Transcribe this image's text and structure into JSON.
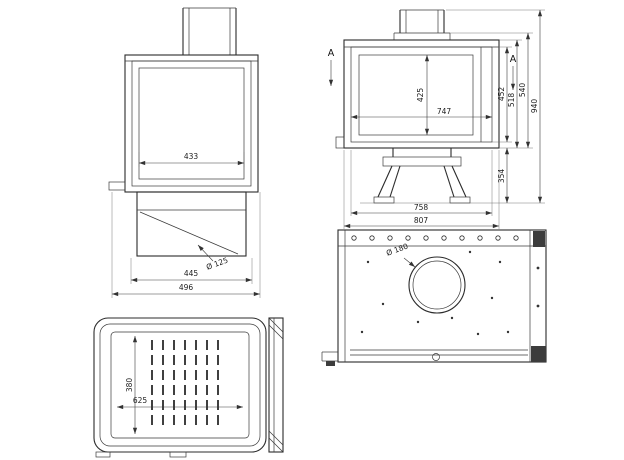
{
  "drawing": {
    "background": "#ffffff",
    "stroke": "#2b2b2b"
  },
  "side_view": {
    "dim_glass_width": "433",
    "dim_body_width": "445",
    "dim_overall_width": "496",
    "label_flue_diameter": "Ø 125"
  },
  "front_view": {
    "section_left": "A",
    "section_right": "A",
    "dim_glass_height": "425",
    "dim_opening_width": "747",
    "dim_inner_height": "452",
    "dim_door_height": "518",
    "dim_body_height": "540",
    "dim_total_height": "940",
    "dim_base_height": "354",
    "dim_body_width": "758",
    "dim_overall_width": "807"
  },
  "plan_view": {
    "dim_depth": "380",
    "dim_width": "625"
  },
  "top_view": {
    "label_flue_hole": "Ø 180"
  }
}
